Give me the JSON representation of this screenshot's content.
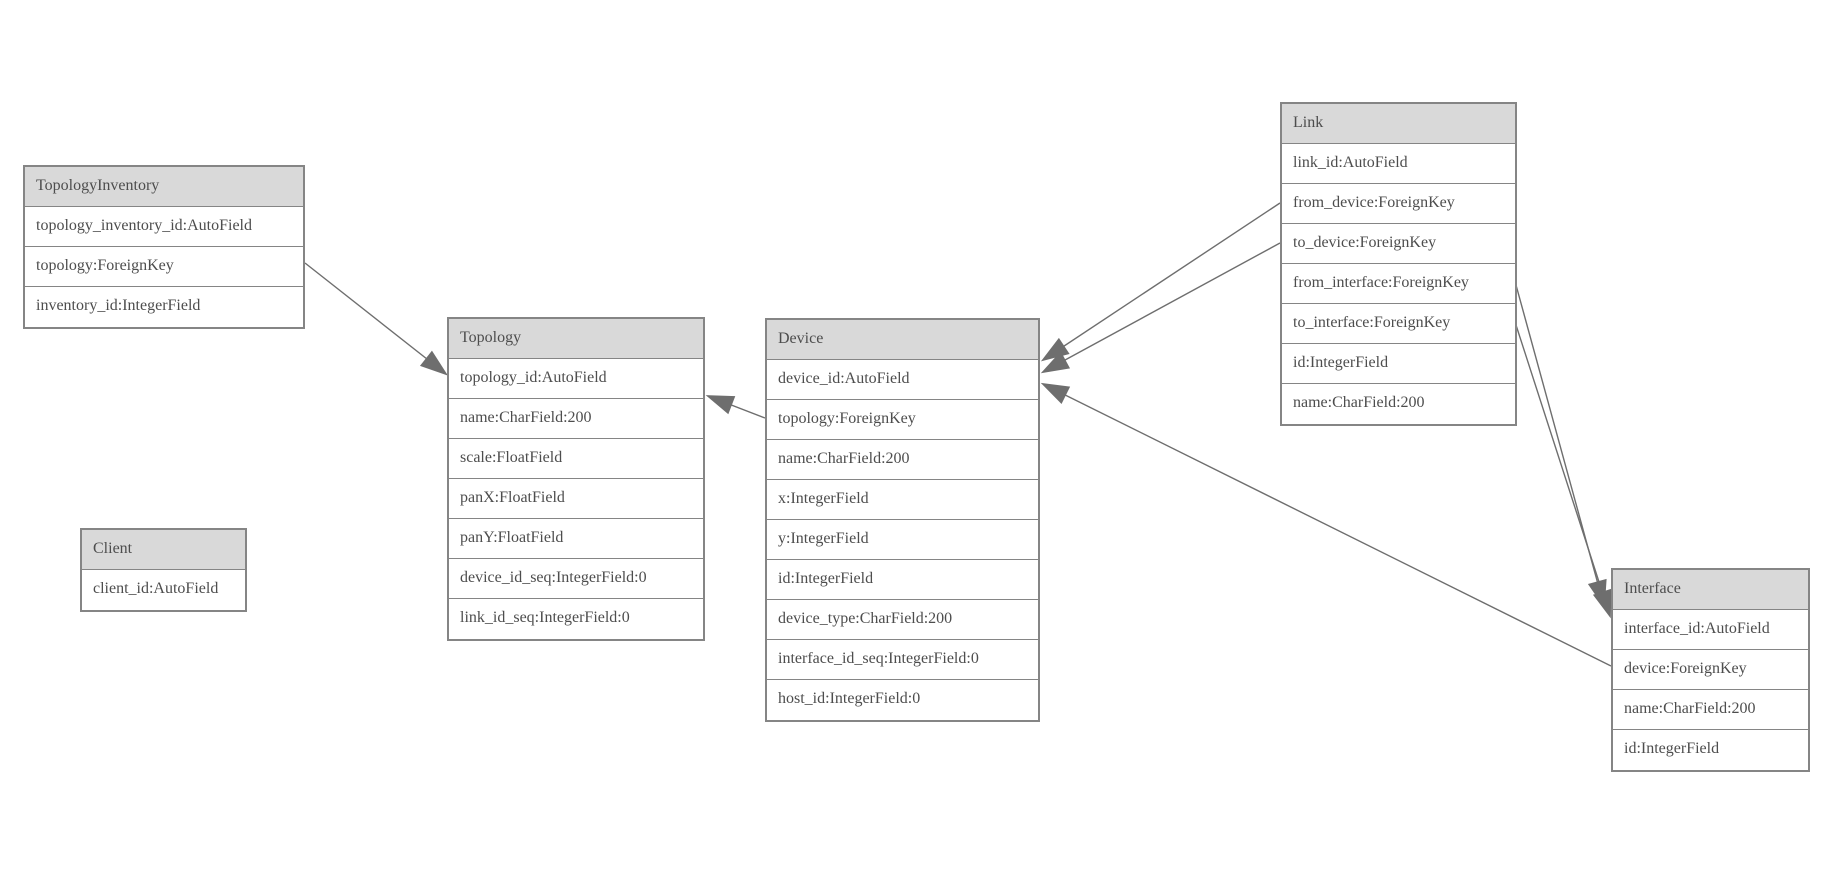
{
  "diagram": {
    "entities": [
      {
        "name": "TopologyInventory",
        "fields": [
          "topology_inventory_id:AutoField",
          "topology:ForeignKey",
          "inventory_id:IntegerField"
        ]
      },
      {
        "name": "Topology",
        "fields": [
          "topology_id:AutoField",
          "name:CharField:200",
          "scale:FloatField",
          "panX:FloatField",
          "panY:FloatField",
          "device_id_seq:IntegerField:0",
          "link_id_seq:IntegerField:0"
        ]
      },
      {
        "name": "Client",
        "fields": [
          "client_id:AutoField"
        ]
      },
      {
        "name": "Device",
        "fields": [
          "device_id:AutoField",
          "topology:ForeignKey",
          "name:CharField:200",
          "x:IntegerField",
          "y:IntegerField",
          "id:IntegerField",
          "device_type:CharField:200",
          "interface_id_seq:IntegerField:0",
          "host_id:IntegerField:0"
        ]
      },
      {
        "name": "Link",
        "fields": [
          "link_id:AutoField",
          "from_device:ForeignKey",
          "to_device:ForeignKey",
          "from_interface:ForeignKey",
          "to_interface:ForeignKey",
          "id:IntegerField",
          "name:CharField:200"
        ]
      },
      {
        "name": "Interface",
        "fields": [
          "interface_id:AutoField",
          "device:ForeignKey",
          "name:CharField:200",
          "id:IntegerField"
        ]
      }
    ],
    "relationships": [
      {
        "from": "TopologyInventory.topology",
        "to": "Topology.topology_id"
      },
      {
        "from": "Device.topology",
        "to": "Topology"
      },
      {
        "from": "Link.from_device",
        "to": "Device.device_id"
      },
      {
        "from": "Link.to_device",
        "to": "Device.device_id"
      },
      {
        "from": "Link.from_interface",
        "to": "Interface.interface_id"
      },
      {
        "from": "Link.to_interface",
        "to": "Interface.interface_id"
      },
      {
        "from": "Interface.device",
        "to": "Device.device_id"
      }
    ],
    "colors": {
      "header_fill": "#d9d9d9",
      "row_fill": "#ffffff",
      "border": "#858585",
      "text": "#4d4d4d",
      "edge": "#6e6e6e",
      "background": "#ffffff"
    }
  }
}
